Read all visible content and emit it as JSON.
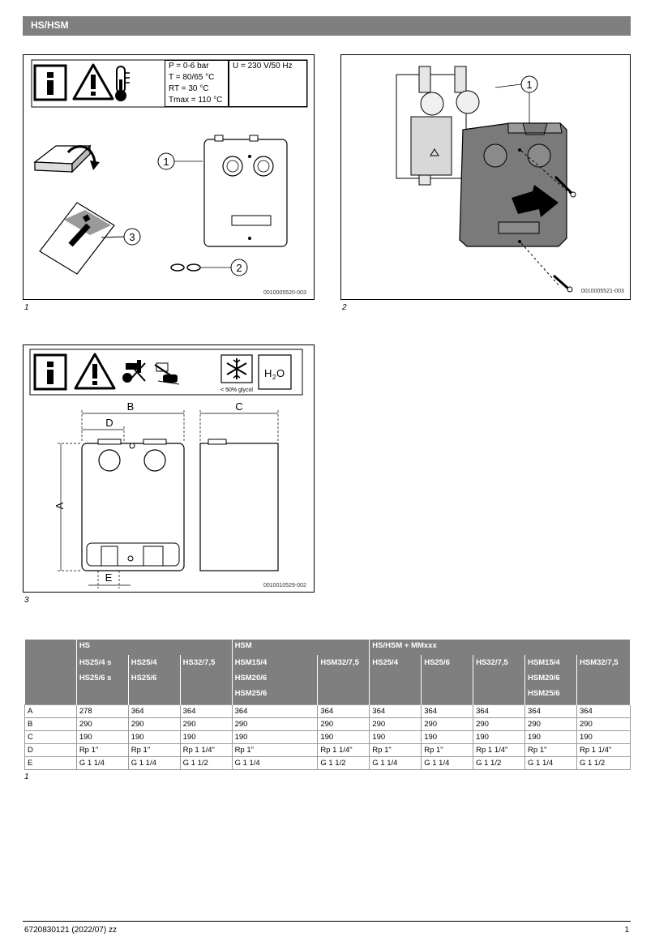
{
  "header": {
    "title": "HS/HSM"
  },
  "figure1": {
    "caption": "1",
    "code": "0010005520-003",
    "specs": {
      "pressure": "P = 0-6 bar",
      "temperature": "T = 80/65 °C",
      "room_temp": "RT = 30 °C",
      "tmax": "Tmax = 110 °C",
      "voltage": "U = 230 V/50 Hz"
    },
    "callouts": [
      "1",
      "2",
      "3"
    ]
  },
  "figure2": {
    "caption": "2",
    "code": "0010005521-003",
    "callouts": [
      "1"
    ]
  },
  "figure3": {
    "caption": "3",
    "code": "0010010529-002",
    "glycol": "< 50% glycol",
    "h2o": "H",
    "h2o_sub": "2",
    "h2o_o": "O",
    "dims": {
      "A": "A",
      "B": "B",
      "C": "C",
      "D": "D",
      "E": "E"
    }
  },
  "table": {
    "group_headers": [
      "HS",
      "HSM",
      "HS/HSM + MMxxx"
    ],
    "model_rows": [
      [
        "HS25/4 s",
        "HS25/4",
        "HS32/7,5",
        "HSM15/4",
        "HSM32/7,5",
        "HS25/4",
        "HS25/6",
        "HS32/7,5",
        "HSM15/4",
        "HSM32/7,5"
      ],
      [
        "HS25/6 s",
        "HS25/6",
        "",
        "HSM20/6",
        "",
        "",
        "",
        "",
        "HSM20/6",
        ""
      ],
      [
        "",
        "",
        "",
        "HSM25/6",
        "",
        "",
        "",
        "",
        "HSM25/6",
        ""
      ]
    ],
    "rows": [
      {
        "label": "A",
        "values": [
          "278",
          "364",
          "364",
          "364",
          "364",
          "364",
          "364",
          "364",
          "364",
          "364"
        ]
      },
      {
        "label": "B",
        "values": [
          "290",
          "290",
          "290",
          "290",
          "290",
          "290",
          "290",
          "290",
          "290",
          "290"
        ]
      },
      {
        "label": "C",
        "values": [
          "190",
          "190",
          "190",
          "190",
          "190",
          "190",
          "190",
          "190",
          "190",
          "190"
        ]
      },
      {
        "label": "D",
        "values": [
          "Rp 1\"",
          "Rp 1\"",
          "Rp 1 1/4\"",
          "Rp 1\"",
          "Rp 1 1/4\"",
          "Rp 1\"",
          "Rp 1\"",
          "Rp 1 1/4\"",
          "Rp 1\"",
          "Rp 1 1/4\""
        ]
      },
      {
        "label": "E",
        "values": [
          "G 1 1/4",
          "G 1 1/4",
          "G 1 1/2",
          "G 1 1/4",
          "G 1 1/2",
          "G 1 1/4",
          "G 1 1/4",
          "G 1 1/2",
          "G 1 1/4",
          "G 1 1/2"
        ]
      }
    ],
    "caption": "1"
  },
  "footer": {
    "doc": "6720830121 (2022/07) zz",
    "page": "1"
  }
}
